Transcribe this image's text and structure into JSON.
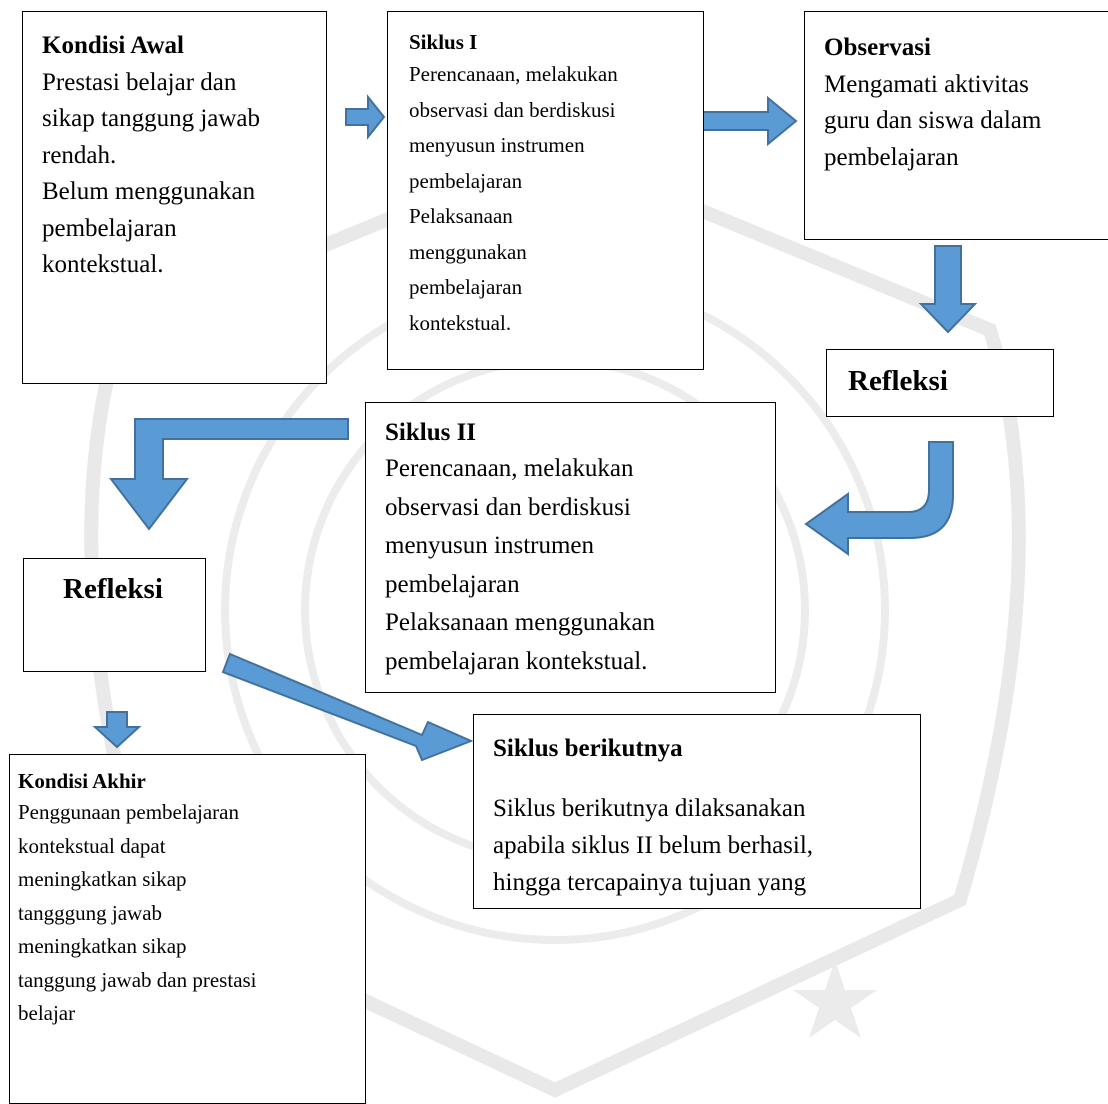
{
  "colors": {
    "arrow_fill": "#5b9bd5",
    "arrow_stroke": "#41719c",
    "watermark": "#e8e8e8"
  },
  "boxes": {
    "kondisi_awal": {
      "title": "Kondisi Awal",
      "lines": [
        "Prestasi belajar dan",
        "sikap tanggung jawab",
        "rendah.",
        "Belum menggunakan",
        "pembelajaran",
        "kontekstual."
      ]
    },
    "siklus_1": {
      "title": "Siklus I",
      "lines": [
        "Perencanaan, melakukan",
        "observasi dan berdiskusi",
        "menyusun instrumen",
        "pembelajaran",
        "Pelaksanaan",
        "menggunakan",
        "pembelajaran",
        "kontekstual."
      ]
    },
    "observasi": {
      "title": "Observasi",
      "lines": [
        "Mengamati aktivitas",
        "guru dan siswa dalam",
        "pembelajaran"
      ]
    },
    "refleksi_1": {
      "title": "Refleksi"
    },
    "siklus_2": {
      "title": "Siklus II",
      "lines": [
        "Perencanaan, melakukan",
        "observasi dan berdiskusi",
        "menyusun instrumen",
        "pembelajaran",
        "Pelaksanaan menggunakan",
        "pembelajaran kontekstual."
      ]
    },
    "refleksi_2": {
      "title": "Refleksi"
    },
    "kondisi_akhir": {
      "title": "Kondisi Akhir",
      "lines": [
        "Penggunaan pembelajaran",
        "kontekstual dapat",
        "meningkatkan sikap",
        "tangggung jawab",
        "meningkatkan sikap",
        "tanggung jawab dan prestasi",
        "belajar"
      ]
    },
    "siklus_berikutnya": {
      "title": "Siklus berikutnya",
      "lines": [
        "Siklus berikutnya dilaksanakan",
        "apabila siklus II belum berhasil,",
        "hingga tercapainya tujuan yang"
      ]
    }
  }
}
